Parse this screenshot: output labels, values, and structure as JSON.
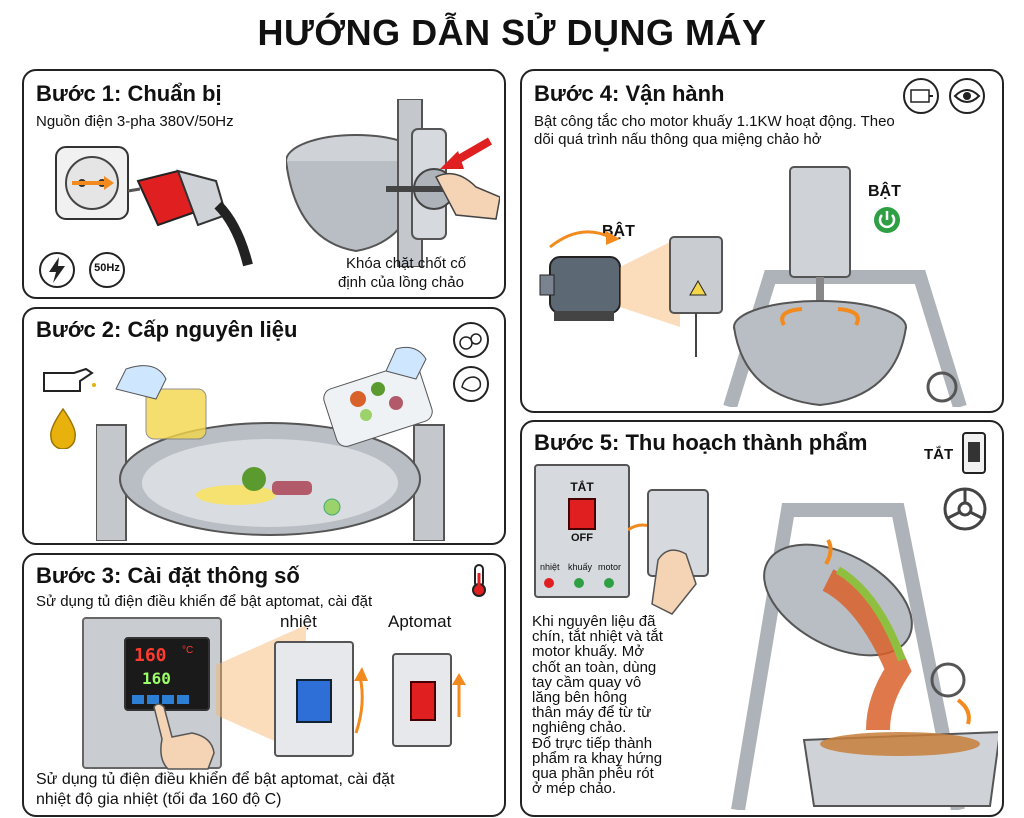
{
  "title": "HƯỚNG DẪN SỬ DỤNG MÁY",
  "step1": {
    "title": "Bước 1: Chuẩn bị",
    "power_text": "Nguồn điện 3-pha 380V/50Hz",
    "freq_badge": "50Hz",
    "lock_caption_1": "Khóa chặt chốt cố",
    "lock_caption_2": "định của lồng chảo",
    "icons": [
      "lightning-icon",
      "frequency-icon",
      "socket-icon",
      "plug-icon",
      "arrow-icon"
    ]
  },
  "step2": {
    "title": "Bước 2: Cấp nguyên liệu",
    "icons": [
      "oil-can-icon",
      "oil-drop-icon",
      "vegetables-icon",
      "meat-icon"
    ]
  },
  "step3": {
    "title": "Bước 3: Cài đặt thông số",
    "top_text": "Sử dụng tủ điện điều khiển để bật aptomat, cài đặt",
    "label_nhiet": "nhiệt",
    "label_aptomat": "Aptomat",
    "display_top": "160",
    "display_bottom": "160",
    "unit": "°C",
    "bottom_text_1": "Sử dụng tủ điện điều khiển để bật aptomat, cài đặt",
    "bottom_text_2": "nhiệt độ gia nhiệt (tối đa 160 độ C)",
    "icons": [
      "thermometer-icon"
    ]
  },
  "step4": {
    "title": "Bước 4: Vận hành",
    "text_1": "Bật công tắc cho motor khuấy 1.1KW hoạt động. Theo",
    "text_2": "dõi quá trình nấu thông qua miệng chảo hở",
    "label_on_left": "BẬT",
    "label_on_right": "BẬT",
    "icons": [
      "motor-icon",
      "eye-icon",
      "power-icon"
    ]
  },
  "step5": {
    "title": "Bước 5: Thu hoạch thành phẩm",
    "label_off": "TẮT",
    "panel_label_off": "TẮT",
    "switch_label": "OFF",
    "indicator_labels": [
      "nhiệt",
      "khuấy",
      "motor"
    ],
    "text_lines": [
      "Khi nguyên liệu đã",
      "chín, tắt nhiệt và tắt",
      "motor khuấy. Mở",
      "chốt an toàn, dùng",
      "tay cầm quay vô",
      "lăng bên hông",
      "thân máy để từ từ",
      "nghiêng chảo.",
      "Đổ trực tiếp thành",
      "phẩm ra khay hứng",
      "qua phần phễu rót",
      "ở mép chảo."
    ],
    "icons": [
      "switch-icon",
      "steering-wheel-icon"
    ]
  },
  "colors": {
    "accent_orange": "#f28a1e",
    "red": "#e02020",
    "steel": "#b9bec4",
    "green": "#2ea043",
    "display_bg": "#1a1a1a",
    "display_red": "#ff3b2f",
    "display_green": "#9cff6a"
  }
}
